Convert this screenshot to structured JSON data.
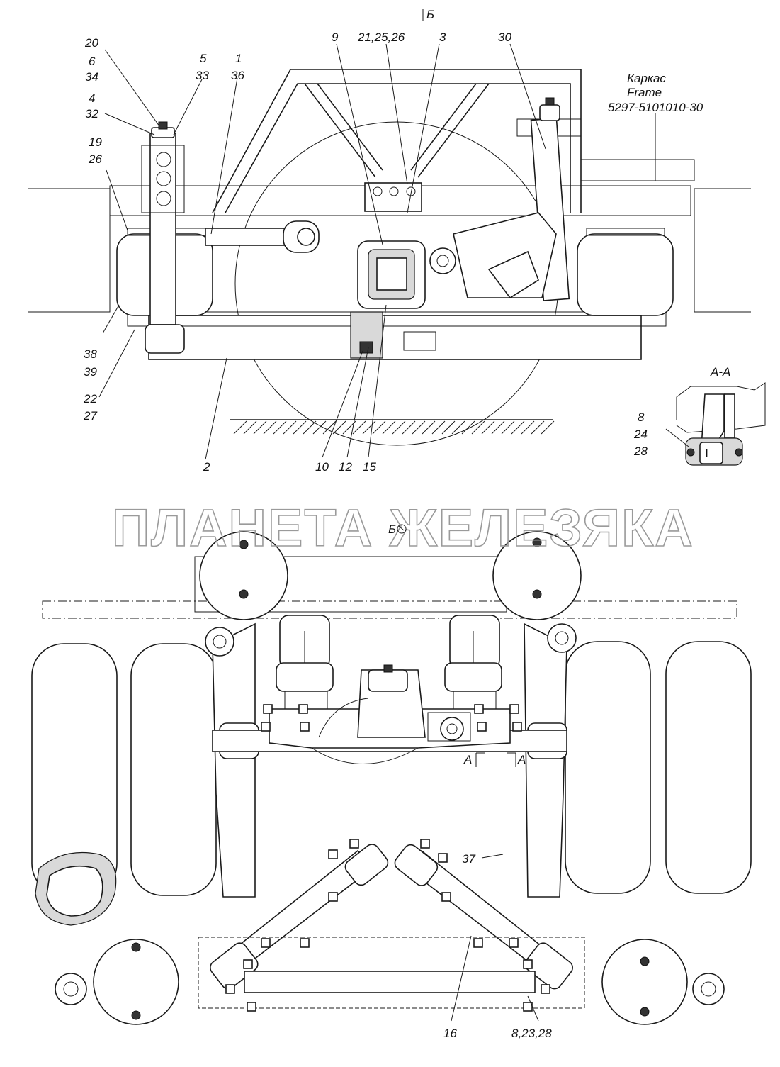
{
  "title": "",
  "view_marker_top": "Б",
  "view_marker_mid": "Б",
  "section_label": "А-А",
  "section_marks": [
    "А",
    "А"
  ],
  "frame_note": [
    "Каркас",
    "Frame",
    "5297-5101010-30"
  ],
  "watermark": "ПЛАНЕТА ЖЕЛЕЗЯКА",
  "callouts": {
    "c20": "20",
    "c6": "6",
    "c34": "34",
    "c4": "4",
    "c32": "32",
    "c19": "19",
    "c26": "26",
    "c5": "5",
    "c33": "33",
    "c1": "1",
    "c36": "36",
    "c9": "9",
    "c212526": "21,25,26",
    "c3": "3",
    "c30": "30",
    "c38": "38",
    "c39": "39",
    "c22": "22",
    "c27": "27",
    "c2": "2",
    "c10": "10",
    "c12": "12",
    "c15": "15",
    "c8": "8",
    "c24": "24",
    "c28": "28",
    "c37": "37",
    "c16": "16",
    "c82328": "8,23,28"
  }
}
